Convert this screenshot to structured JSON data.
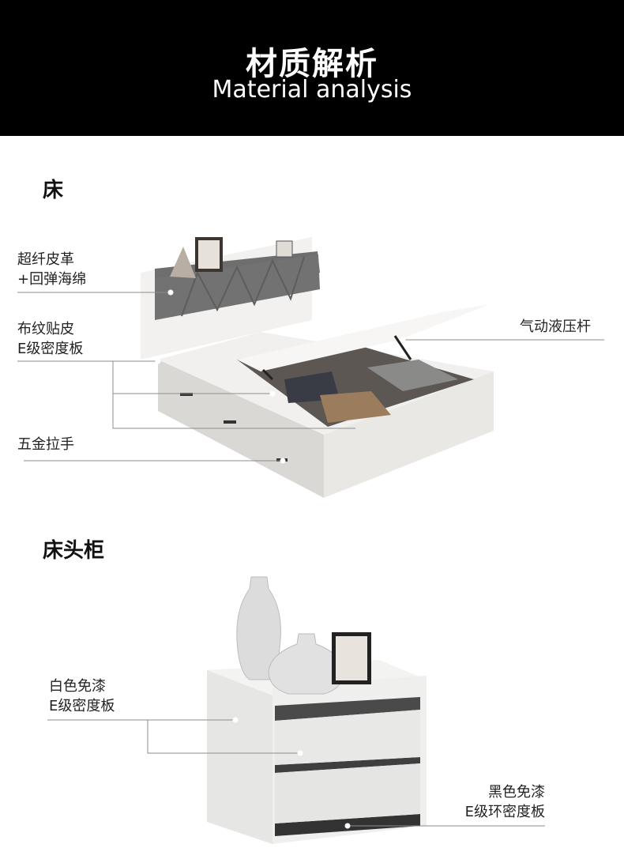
{
  "header": {
    "title_cn": "材质解析",
    "title_en": "Material analysis"
  },
  "bed_section": {
    "title": "床",
    "labels": {
      "leather_line1": "超纤皮革",
      "leather_line2": "+回弹海绵",
      "veneer_line1": "布纹贴皮",
      "veneer_line2": "E级密度板",
      "handle": "五金拉手",
      "gas_strut": "气动液压杆"
    }
  },
  "nightstand_section": {
    "title": "床头柜",
    "labels": {
      "white_line1": "白色免漆",
      "white_line2": "E级密度板",
      "black_line1": "黑色免漆",
      "black_line2": "E级环密度板"
    }
  },
  "colors": {
    "header_bg": "#000000",
    "header_text": "#ffffff",
    "leader_line": "#8c8c8c",
    "bed_white": "#ecebe8",
    "headboard_gray": "#6f6f6f"
  }
}
